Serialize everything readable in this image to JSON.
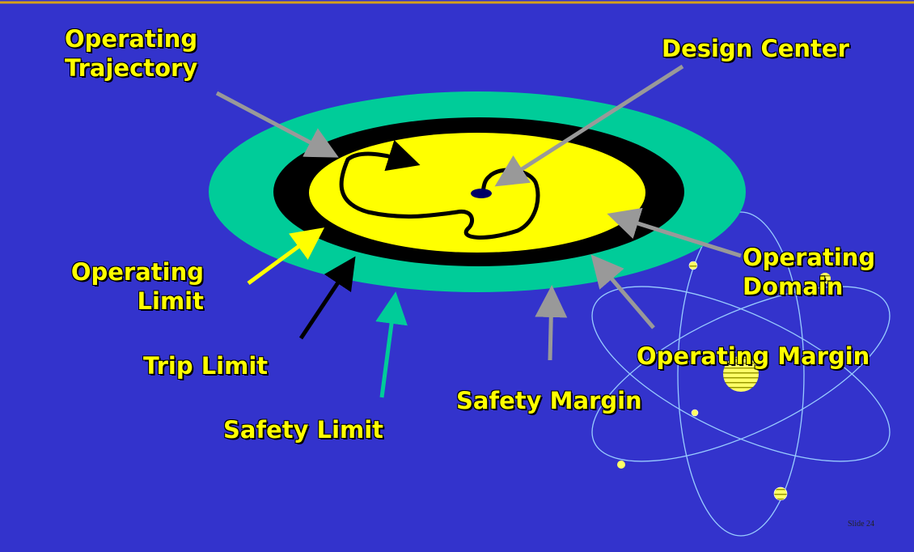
{
  "colors": {
    "background": "#3333cc",
    "top_rule": "#d4a017",
    "safety_margin_ring": "#00cc99",
    "trip_ring": "#000000",
    "operating_domain": "#ffff00",
    "label_text": "#ffff00",
    "arrow_gray": "#999999",
    "arrow_operating_limit": "#ffff00",
    "arrow_trip_limit": "#000000",
    "arrow_safety_limit": "#00cc99",
    "atom_lines": "#99ccff"
  },
  "labels": {
    "operating_trajectory": [
      "Operating",
      "Trajectory"
    ],
    "design_center": "Design Center",
    "operating_domain": [
      "Operating",
      "Domain"
    ],
    "operating_limit": [
      "Operating",
      "Limit"
    ],
    "trip_limit": "Trip Limit",
    "safety_limit": "Safety Limit",
    "safety_margin": "Safety Margin",
    "operating_margin": "Operating Margin"
  },
  "slide_number": "Slide 24",
  "decorations": {
    "background_clipart": "atom-icon"
  }
}
